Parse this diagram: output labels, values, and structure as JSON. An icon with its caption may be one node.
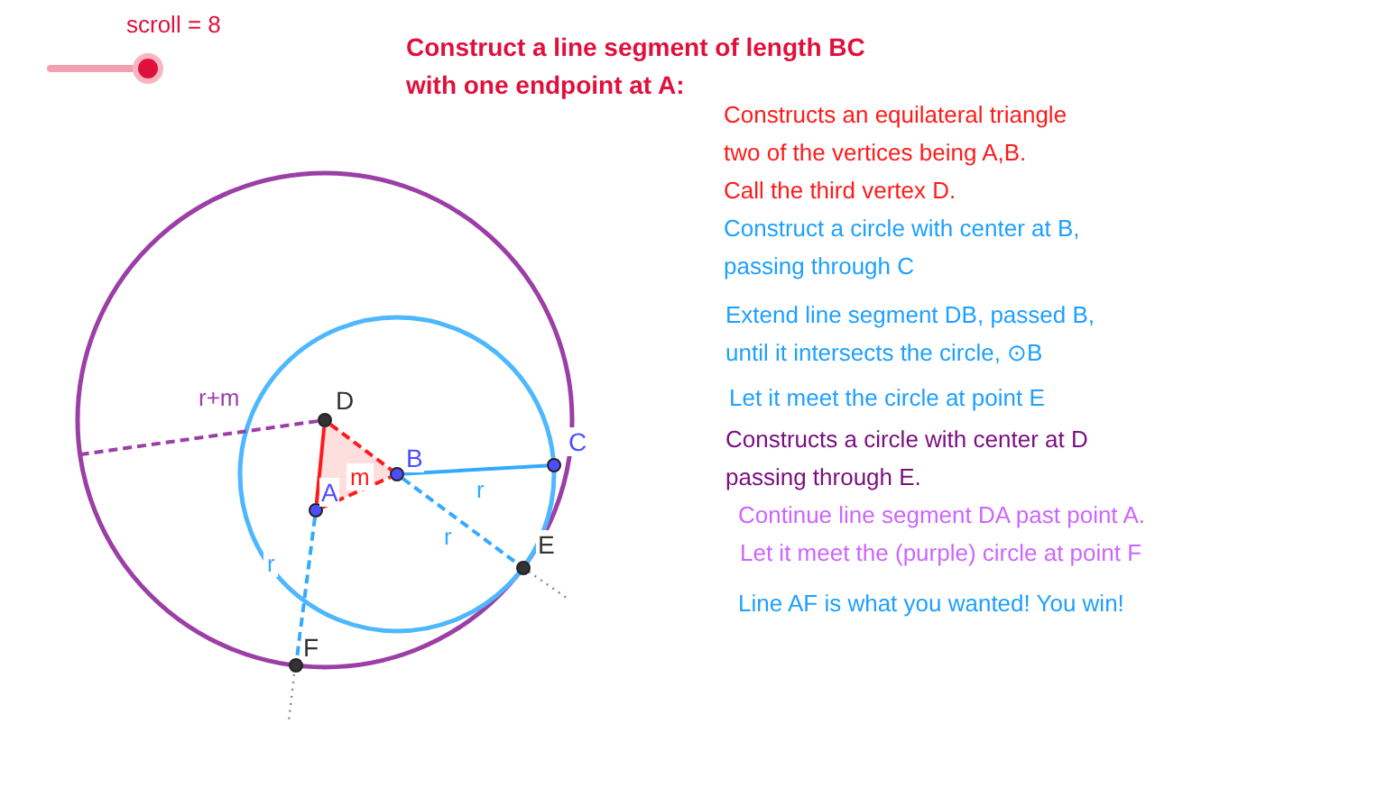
{
  "diagram": {
    "title": "Construct a line segment of length BC with one endpoint at A:",
    "nodes": [
      {
        "text": [],
        "shape": "circle",
        "beside": [
          "D"
        ]
      },
      {
        "text": [],
        "shape": "circle",
        "beside": [
          "A"
        ]
      },
      {
        "text": [],
        "shape": "circle",
        "beside": [
          "B"
        ]
      },
      {
        "text": [],
        "shape": "circle",
        "beside": [
          "C"
        ]
      },
      {
        "text": [],
        "shape": "circle",
        "beside": [
          "E"
        ]
      },
      {
        "text": [],
        "shape": "circle",
        "beside": [
          "F"
        ]
      }
    ],
    "edges": [
      {
        "from": 0,
        "to": 1,
        "arrow": "none",
        "color": "#ff1a1a"
      },
      {
        "from": 0,
        "to": 2,
        "arrow": "none",
        "style": "dashed",
        "color": "#ff1a1a"
      },
      {
        "from": 1,
        "to": 2,
        "arrow": "none",
        "style": "dashed",
        "color": "#ff1a1a",
        "label": "m"
      },
      {
        "from": 2,
        "to": 3,
        "arrow": "none",
        "color": "#33aaff",
        "label": "r"
      },
      {
        "from": 2,
        "to": 4,
        "arrow": "none",
        "style": "dashed",
        "color": "#33aaff",
        "label": "r"
      },
      {
        "from": 1,
        "to": 5,
        "arrow": "none",
        "style": "dashed",
        "color": "#33aaff",
        "label": "r"
      },
      {
        "from": 0,
        "to": null,
        "arrow": "none",
        "style": "dashed",
        "color": "#9b3fa6",
        "label": "r+m"
      }
    ],
    "labels": [
      "scroll = 8",
      "Constructs an equilateral triangle two of the vertices being A,B.",
      "Call the third vertex D.",
      "Construct a circle with center at B, passing through C",
      "Extend line segment DB, passed B, until it intersects the circle, ⊙B",
      "Let it meet the circle at point E",
      "Constructs a circle with center at D passing through E.",
      "Continue line segment DA past point A.",
      "Let it meet the (purple) circle at point F",
      "Line AF is what you wanted! You win!"
    ]
  }
}
